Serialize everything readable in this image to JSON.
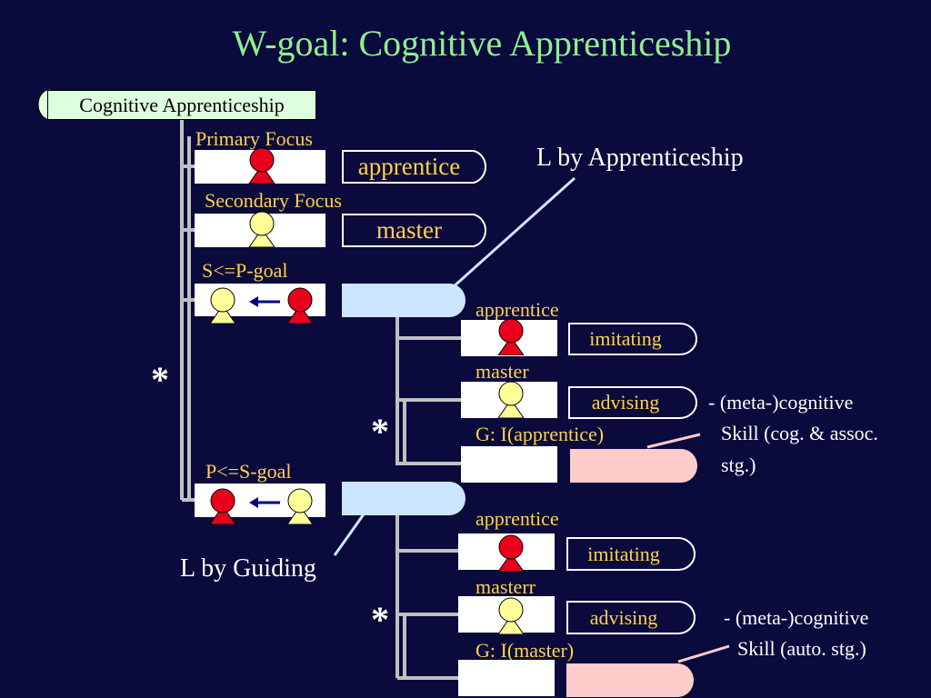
{
  "title": "W-goal: Cognitive Apprenticeship",
  "root_label": "Cognitive Apprenticeship",
  "primary_focus": {
    "heading": "Primary Focus",
    "role": "apprentice"
  },
  "secondary_focus": {
    "heading": "Secondary Focus",
    "role": "master"
  },
  "s_p_goal": {
    "heading": "S<=P-goal",
    "callout": "L by Apprenticeship",
    "rows": [
      {
        "heading": "apprentice",
        "action": "imitating"
      },
      {
        "heading": "master",
        "action": "advising"
      },
      {
        "heading": "G: I(apprentice)"
      }
    ],
    "note_line1": "- (meta-)cognitive",
    "note_line2": "Skill (cog. & assoc.",
    "note_line3": "stg.)"
  },
  "p_s_goal": {
    "heading": "P<=S-goal",
    "callout": "L by Guiding",
    "rows": [
      {
        "heading": "apprentice",
        "action": "imitating"
      },
      {
        "heading": "masterr",
        "action": "advising"
      },
      {
        "heading": "G: I(master)"
      }
    ],
    "note_line1": "- (meta-)cognitive",
    "note_line2": "Skill (auto. stg.)"
  },
  "star": "*",
  "colors": {
    "background": "#0a0a3c",
    "title": "#8fef8f",
    "label": "#ffd24d",
    "apprentice": "#e8001c",
    "master": "#ffff99",
    "goal_box": "#cce6ff",
    "skill_box": "#ffcccc",
    "root_box": "#ddffdd",
    "connector": "#c0c0c0"
  }
}
